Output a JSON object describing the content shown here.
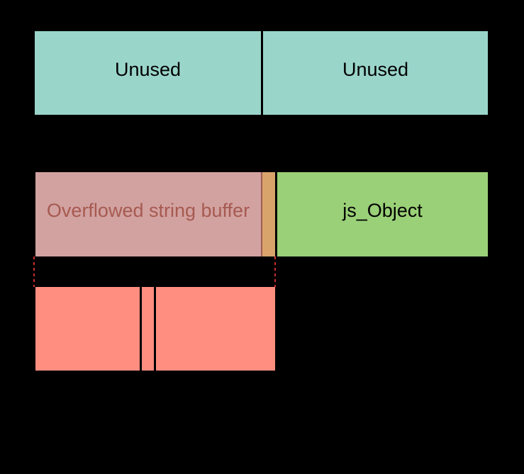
{
  "palette": {
    "background": "#000000",
    "teal": "#9ad5ca",
    "green": "#9ad077",
    "pink": "#d2a2a1",
    "maroon": "#9e5e54",
    "pink-text": "#a65a50",
    "orange": "#d9a36c",
    "salmon": "#ff8e80",
    "dash-red": "#cc2e2e",
    "label-text": "#000000"
  },
  "diagram": {
    "top_row": {
      "left_box": {
        "label": "Unused"
      },
      "right_box": {
        "label": "Unused"
      }
    },
    "middle_row": {
      "overflow_buffer": {
        "label": "Overflowed string buffer"
      },
      "js_object": {
        "label": "js_Object"
      }
    }
  }
}
